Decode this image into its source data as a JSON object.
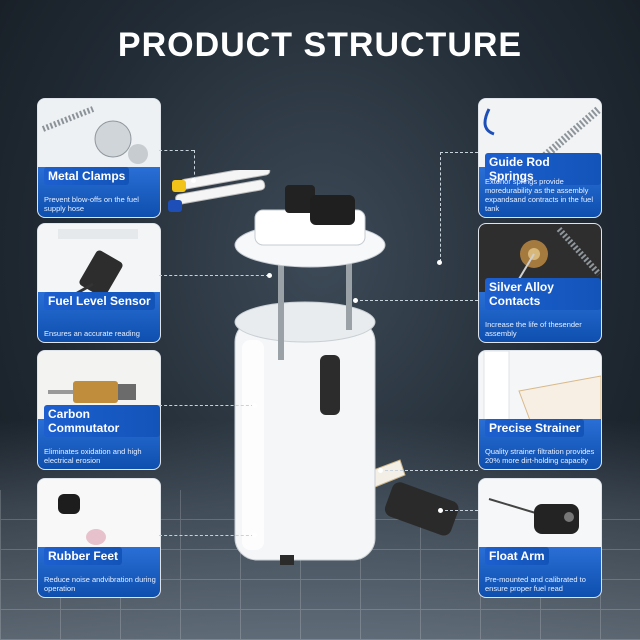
{
  "title": "PRODUCT STRUCTURE",
  "features": [
    {
      "name": "Metal Clamps",
      "desc": "Prevent blow-offs on the fuel supply hose"
    },
    {
      "name": "Fuel Level Sensor",
      "desc": "Ensures an accurate reading"
    },
    {
      "name": "Carbon Commutator",
      "desc": "Eliminates oxidation and high electrical erosion"
    },
    {
      "name": "Rubber Feet",
      "desc": "Reduce noise andvibration during operation"
    },
    {
      "name": "Guide Rod Springs",
      "desc": "Exterior springs provide moredurability as the assembly expandsand contracts in the fuel tank"
    },
    {
      "name": "Silver Alloy Contacts",
      "desc": "Increase the life of thesender assembly"
    },
    {
      "name": "Precise Strainer",
      "desc": "Quality strainer filtration provides 20% more dirt-holding capacity"
    },
    {
      "name": "Float Arm",
      "desc": "Pre-mounted and calibrated to ensure proper fuel read"
    }
  ]
}
